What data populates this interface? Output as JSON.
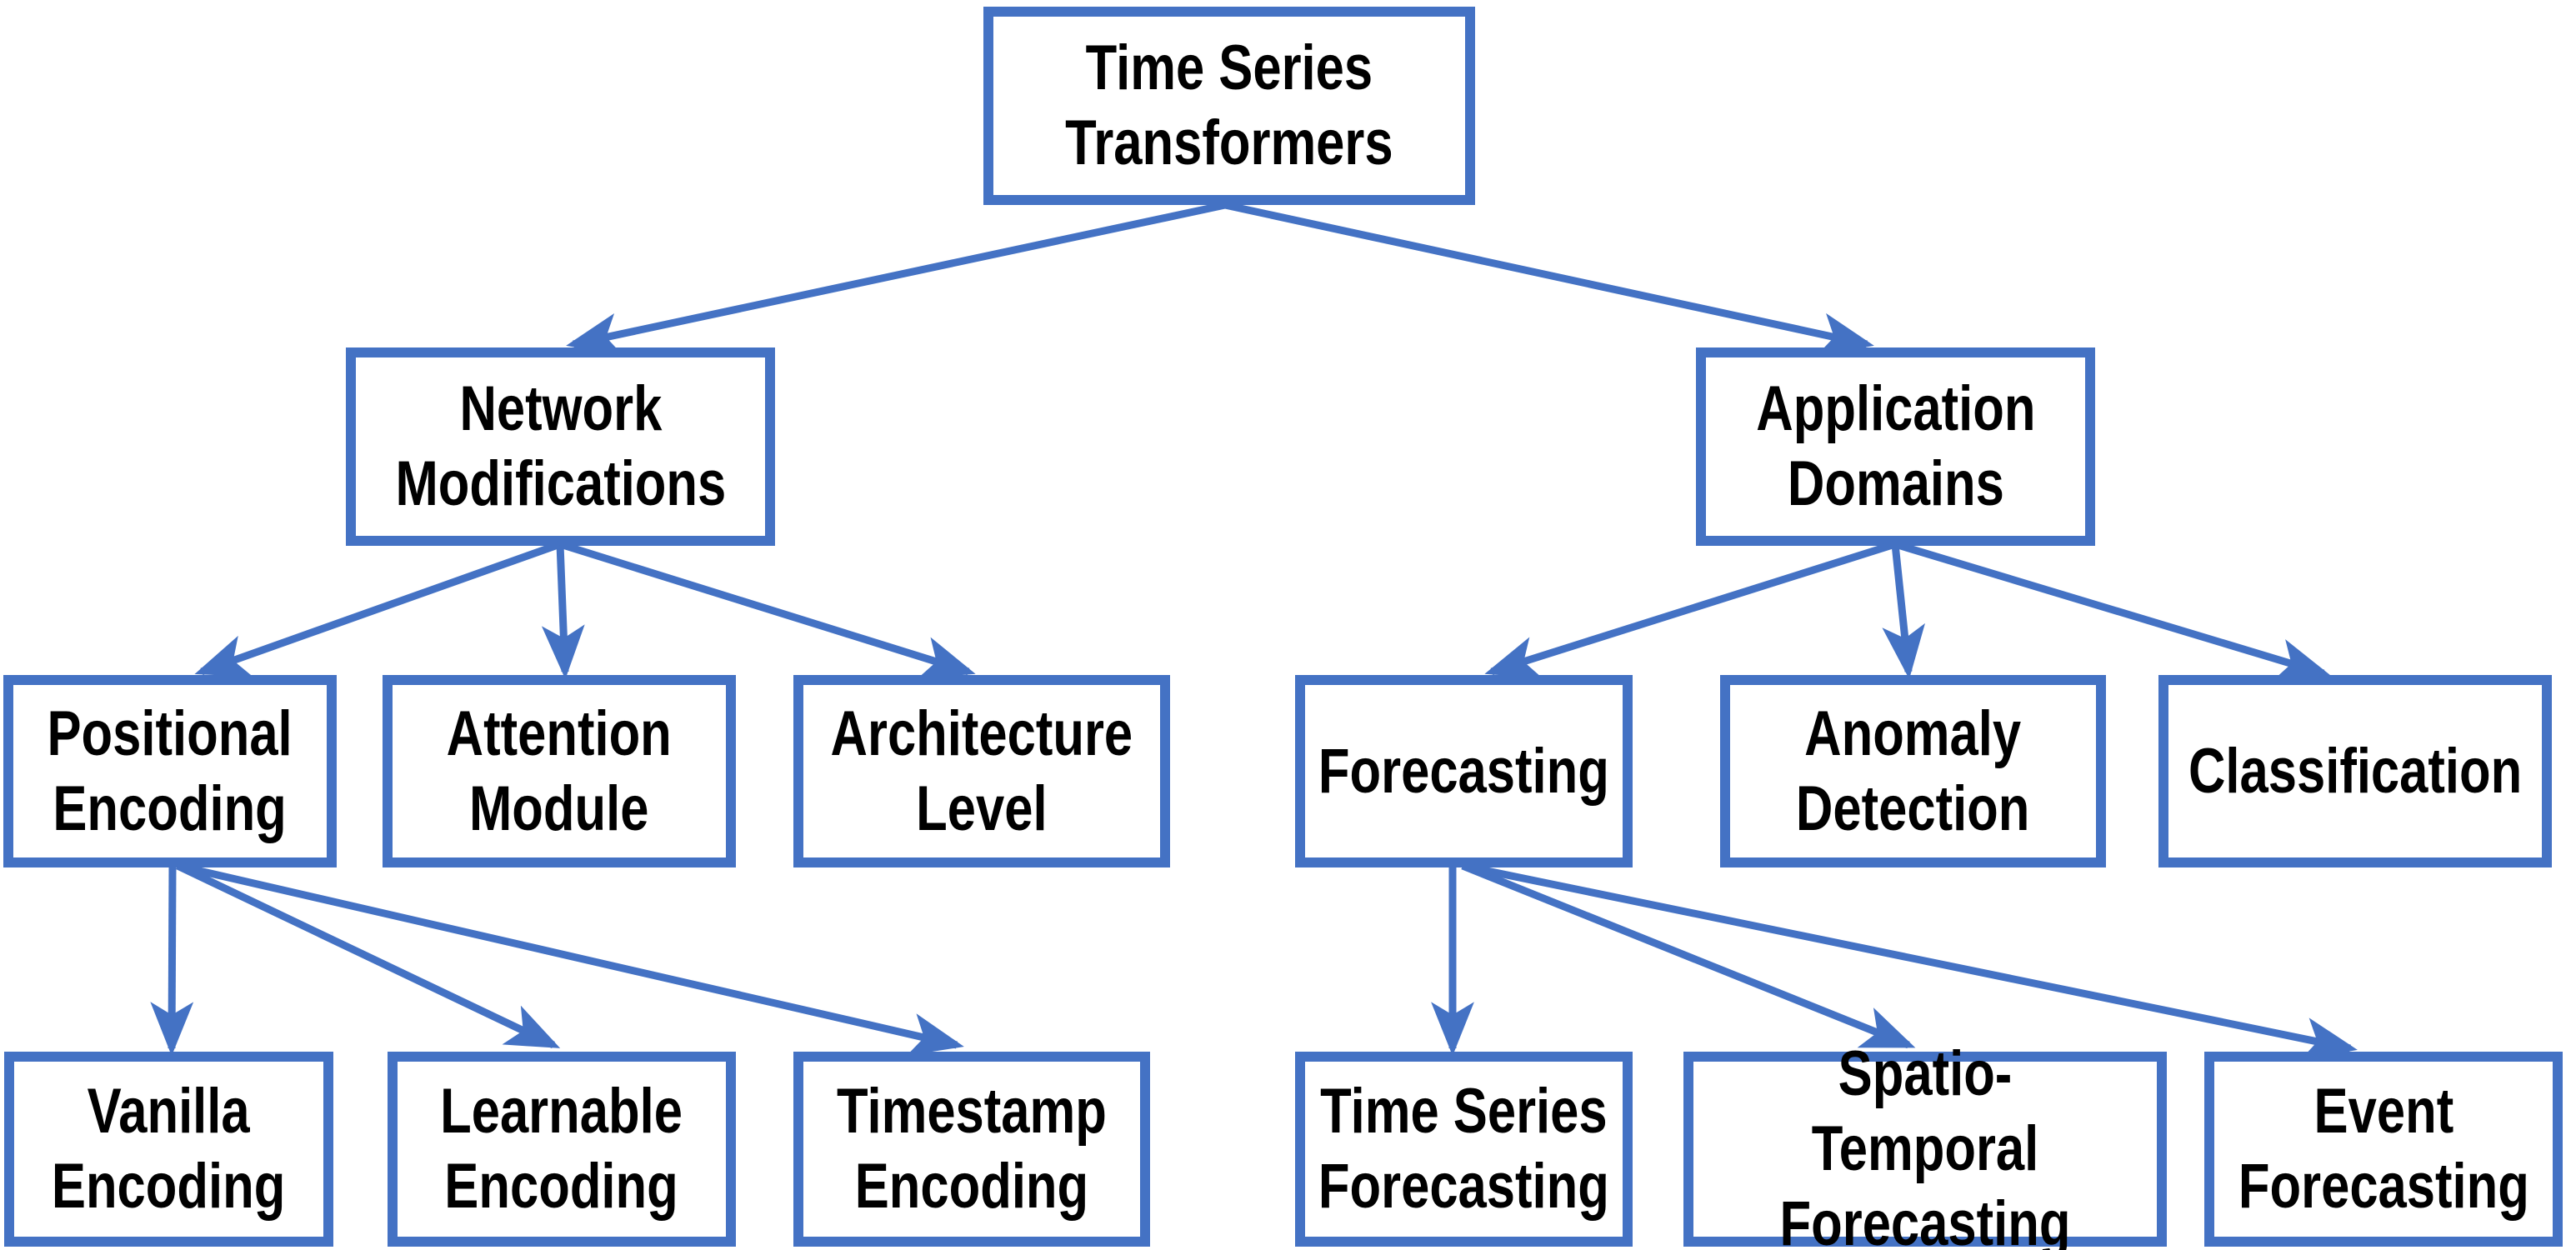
{
  "diagram": {
    "type": "taxonomy-tree",
    "background_color": "#ffffff",
    "accent_color": "#4472C4",
    "text_color": "#000000",
    "nodes": {
      "root": {
        "label": "Time Series\nTransformers"
      },
      "network_modifications": {
        "label": "Network\nModifications"
      },
      "application_domains": {
        "label": "Application\nDomains"
      },
      "positional_encoding": {
        "label": "Positional\nEncoding"
      },
      "attention_module": {
        "label": "Attention\nModule"
      },
      "architecture_level": {
        "label": "Architecture\nLevel"
      },
      "forecasting": {
        "label": "Forecasting"
      },
      "anomaly_detection": {
        "label": "Anomaly\nDetection"
      },
      "classification": {
        "label": "Classification"
      },
      "vanilla_encoding": {
        "label": "Vanilla\nEncoding"
      },
      "learnable_encoding": {
        "label": "Learnable\nEncoding"
      },
      "timestamp_encoding": {
        "label": "Timestamp\nEncoding"
      },
      "time_series_forecasting": {
        "label": "Time Series\nForecasting"
      },
      "spatio_temporal_forecasting": {
        "label": "Spatio-Temporal\nForecasting"
      },
      "event_forecasting": {
        "label": "Event\nForecasting"
      }
    },
    "edges": [
      {
        "from": "root",
        "to": "network_modifications"
      },
      {
        "from": "root",
        "to": "application_domains"
      },
      {
        "from": "network_modifications",
        "to": "positional_encoding"
      },
      {
        "from": "network_modifications",
        "to": "attention_module"
      },
      {
        "from": "network_modifications",
        "to": "architecture_level"
      },
      {
        "from": "application_domains",
        "to": "forecasting"
      },
      {
        "from": "application_domains",
        "to": "anomaly_detection"
      },
      {
        "from": "application_domains",
        "to": "classification"
      },
      {
        "from": "positional_encoding",
        "to": "vanilla_encoding"
      },
      {
        "from": "positional_encoding",
        "to": "learnable_encoding"
      },
      {
        "from": "positional_encoding",
        "to": "timestamp_encoding"
      },
      {
        "from": "forecasting",
        "to": "time_series_forecasting"
      },
      {
        "from": "forecasting",
        "to": "spatio_temporal_forecasting"
      },
      {
        "from": "forecasting",
        "to": "event_forecasting"
      }
    ]
  }
}
